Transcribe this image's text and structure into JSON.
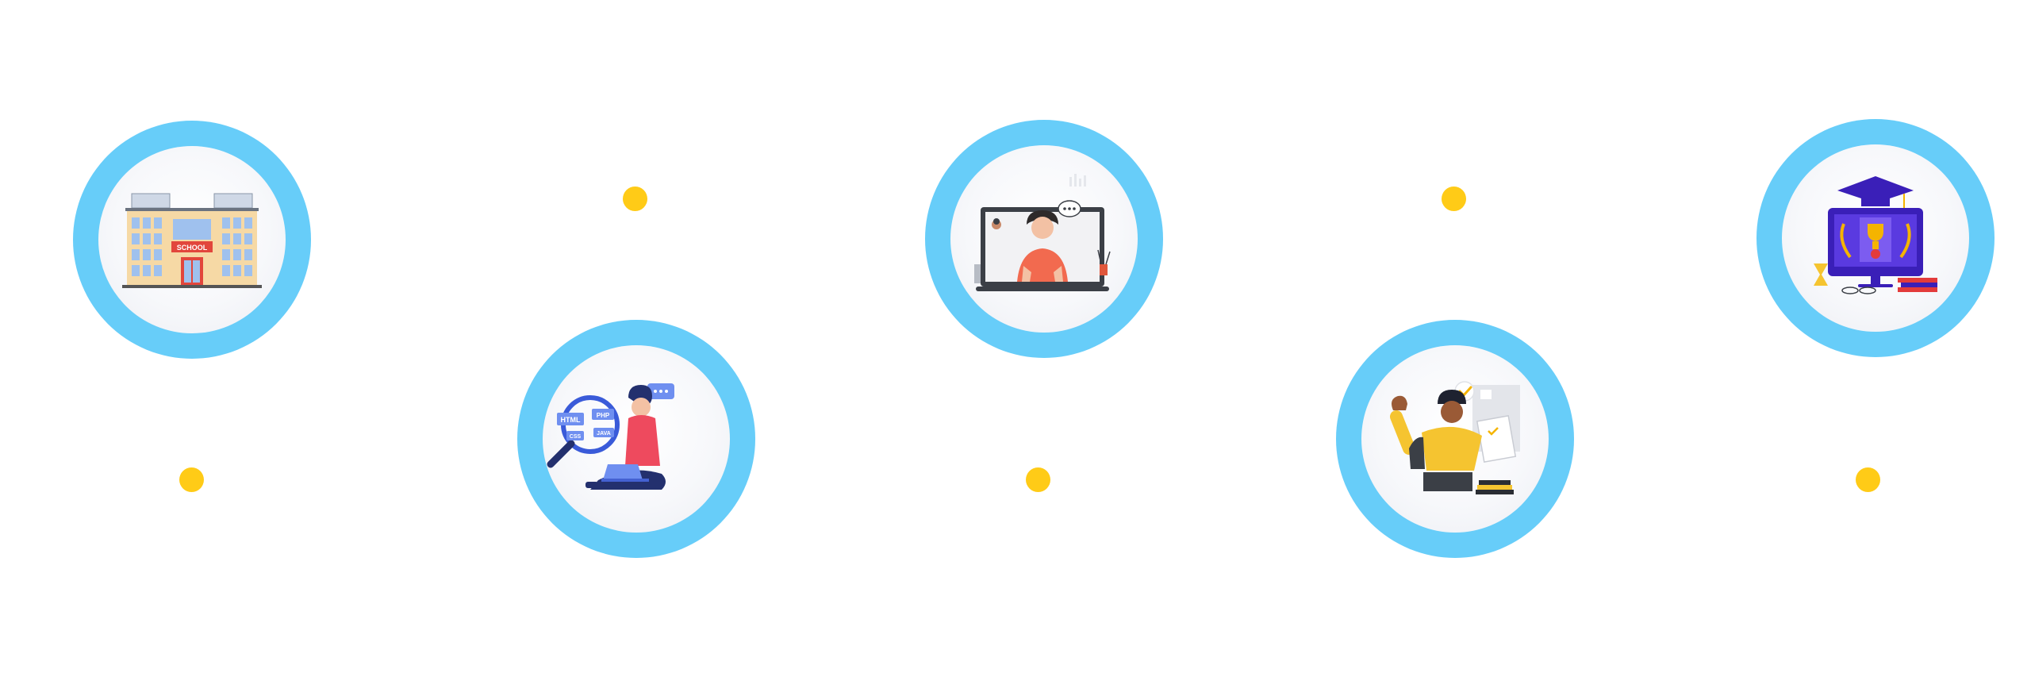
{
  "timeline": {
    "accent_ring_color": "#67cdf9",
    "marker_color": "#ffcb17",
    "steps": [
      {
        "icon": "school-building-icon",
        "sign_text": "SCHOOL"
      },
      {
        "icon": "student-coding-laptop-icon",
        "tags": [
          "HTML",
          "PHP",
          "CSS",
          "JAVA"
        ]
      },
      {
        "icon": "online-video-lesson-icon"
      },
      {
        "icon": "student-passed-exam-icon"
      },
      {
        "icon": "graduation-award-icon"
      }
    ]
  }
}
